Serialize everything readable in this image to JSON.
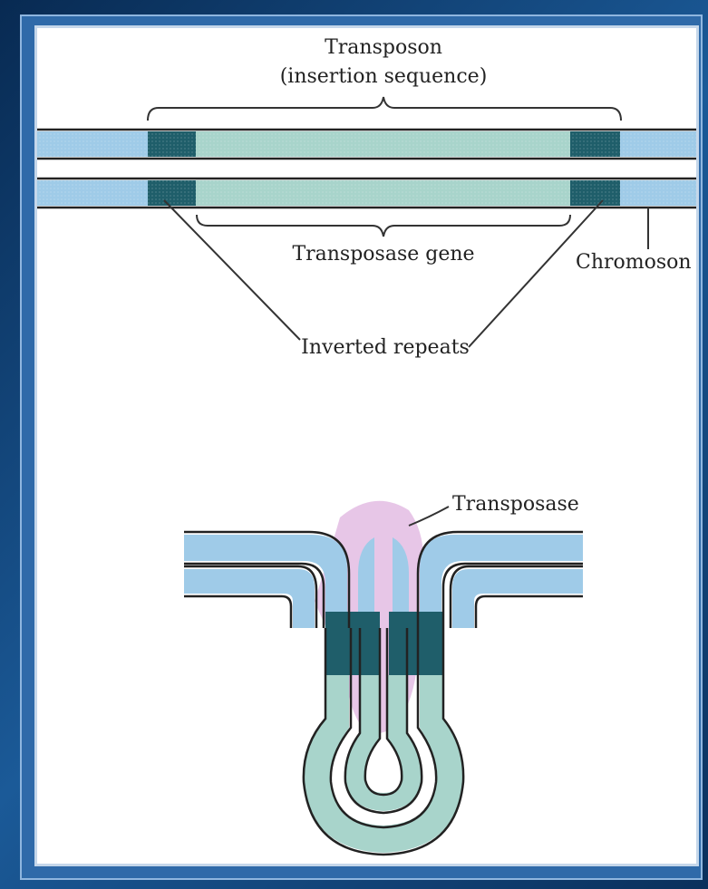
{
  "labels": {
    "transposon_line1": "Transposon",
    "transposon_line2": "(insertion sequence)",
    "transposase_gene": "Transposase gene",
    "chromosome": "Chromoson",
    "inverted_repeats": "Inverted repeats",
    "transposase": "Transposase"
  },
  "colors": {
    "chromosome_dna": "#9fcbe8",
    "transposon_dna": "#a8d4cb",
    "inverted_repeat": "#1f5e6a",
    "transposase_protein": "#e6c3e6",
    "outline": "#222222",
    "frame_blue": "#1b5a98"
  }
}
